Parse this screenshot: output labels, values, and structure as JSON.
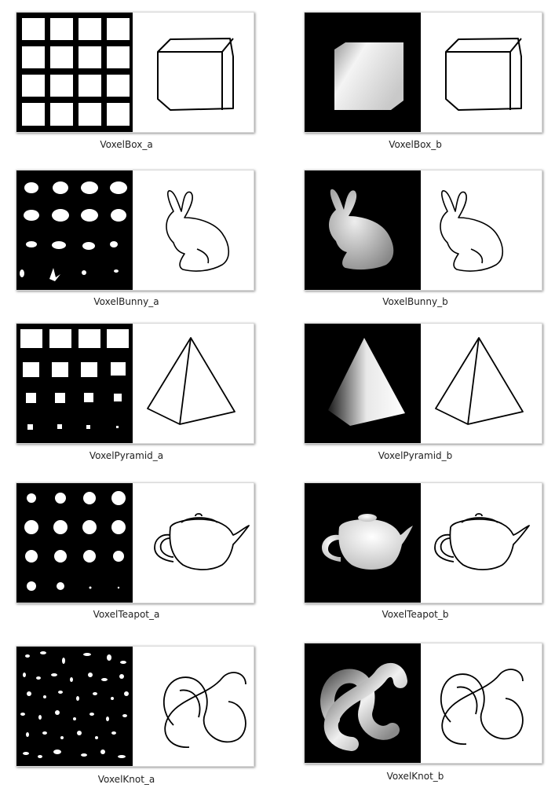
{
  "files": [
    {
      "label": "VoxelBox_a"
    },
    {
      "label": "VoxelBox_b"
    },
    {
      "label": "VoxelBunny_a"
    },
    {
      "label": "VoxelBunny_b"
    },
    {
      "label": "VoxelPyramid_a"
    },
    {
      "label": "VoxelPyramid_b"
    },
    {
      "label": "VoxelTeapot_a"
    },
    {
      "label": "VoxelTeapot_b"
    },
    {
      "label": "VoxelKnot_a"
    },
    {
      "label": "VoxelKnot_b"
    }
  ]
}
